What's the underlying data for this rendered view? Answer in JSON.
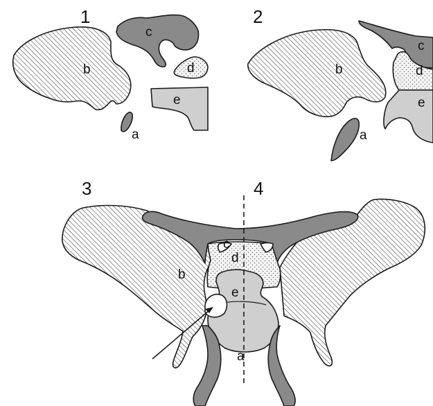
{
  "panels": {
    "p1": {
      "number": "1"
    },
    "p2": {
      "number": "2"
    },
    "p3": {
      "number": "3"
    },
    "p4": {
      "number": "4"
    }
  },
  "labels": {
    "a": "a",
    "b": "b",
    "c": "c",
    "d": "d",
    "e": "e"
  },
  "colors": {
    "outline": "#1a1a1a",
    "dark_gray": "#8a8a8a",
    "light_gray": "#cfcfcf",
    "stipple_base": "#f2f2f2",
    "hatch": "#444444"
  }
}
